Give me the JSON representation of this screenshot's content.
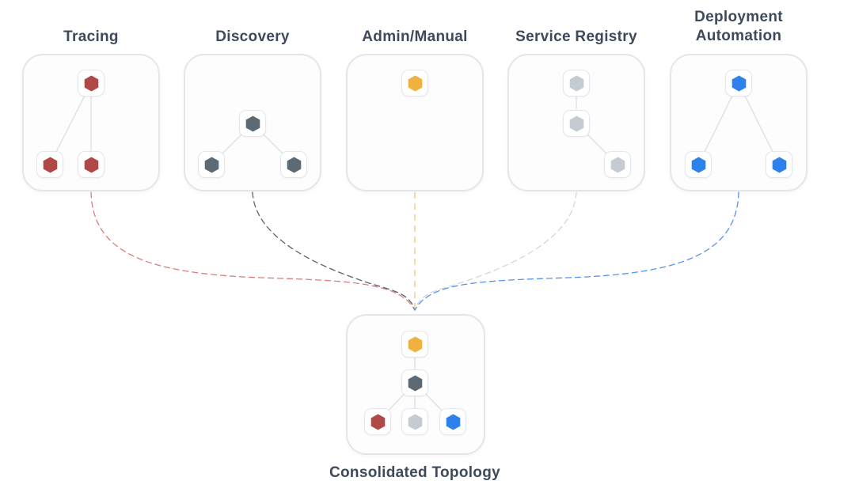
{
  "cards": {
    "tracing": {
      "title": "Tracing"
    },
    "discovery": {
      "title": "Discovery"
    },
    "admin_manual": {
      "title": "Admin/Manual"
    },
    "service_registry": {
      "title": "Service Registry"
    },
    "deployment_automation": {
      "title": "Deployment Automation"
    },
    "consolidated": {
      "title": "Consolidated Topology"
    }
  },
  "colors": {
    "red": "#b04848",
    "slate": "#5d6a73",
    "amber": "#efb13f",
    "gray": "#c5cbd3",
    "blue": "#2e80ea",
    "dash_red": "#d97c80",
    "dash_slate": "#59626c",
    "dash_amber": "#f1d79b",
    "dash_gray": "#d3d7dc",
    "dash_blue": "#5494ec"
  },
  "topology": {
    "sources": [
      {
        "key": "tracing",
        "node_color": "red",
        "node_count": 3,
        "structure": "root with two children"
      },
      {
        "key": "discovery",
        "node_color": "slate",
        "node_count": 3,
        "structure": "root with two children"
      },
      {
        "key": "admin_manual",
        "node_color": "amber",
        "node_count": 1,
        "structure": "single node"
      },
      {
        "key": "service_registry",
        "node_color": "gray",
        "node_count": 3,
        "structure": "vertical chain with branch to lower right"
      },
      {
        "key": "deployment_automation",
        "node_color": "blue",
        "node_count": 3,
        "structure": "root with two children"
      }
    ],
    "target": {
      "key": "consolidated",
      "node_count": 5,
      "structure": "amber root, slate hub, red/gray/blue leaves",
      "inputs": 5
    }
  }
}
